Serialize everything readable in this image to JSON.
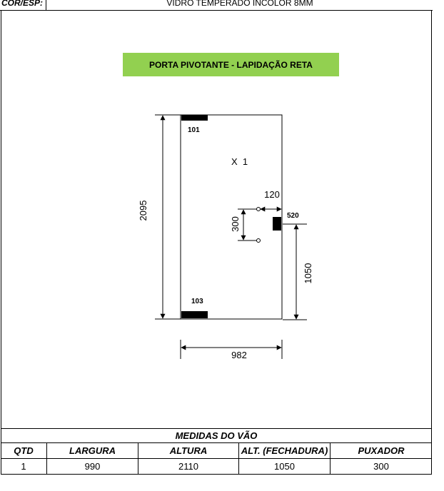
{
  "header": {
    "cor_esp_label": "COR/ESP:",
    "glass_description": "VIDRO TEMPERADO INCOLOR 8MM"
  },
  "title": "PORTA PIVOTANTE - LAPIDAÇÃO RETA",
  "drawing": {
    "height_dim": "2095",
    "width_dim": "982",
    "handle_offset_dim": "120",
    "handle_length_dim": "300",
    "lock_height_dim": "1050",
    "top_pivot_code": "101",
    "bottom_pivot_code": "103",
    "lock_code": "520",
    "quantity_mark": "X  1"
  },
  "table": {
    "title": "MEDIDAS DO VÃO",
    "headers": [
      "QTD",
      "LARGURA",
      "ALTURA",
      "ALT. (FECHADURA)",
      "PUXADOR"
    ],
    "rows": [
      [
        "1",
        "990",
        "2110",
        "1050",
        "300"
      ]
    ]
  }
}
